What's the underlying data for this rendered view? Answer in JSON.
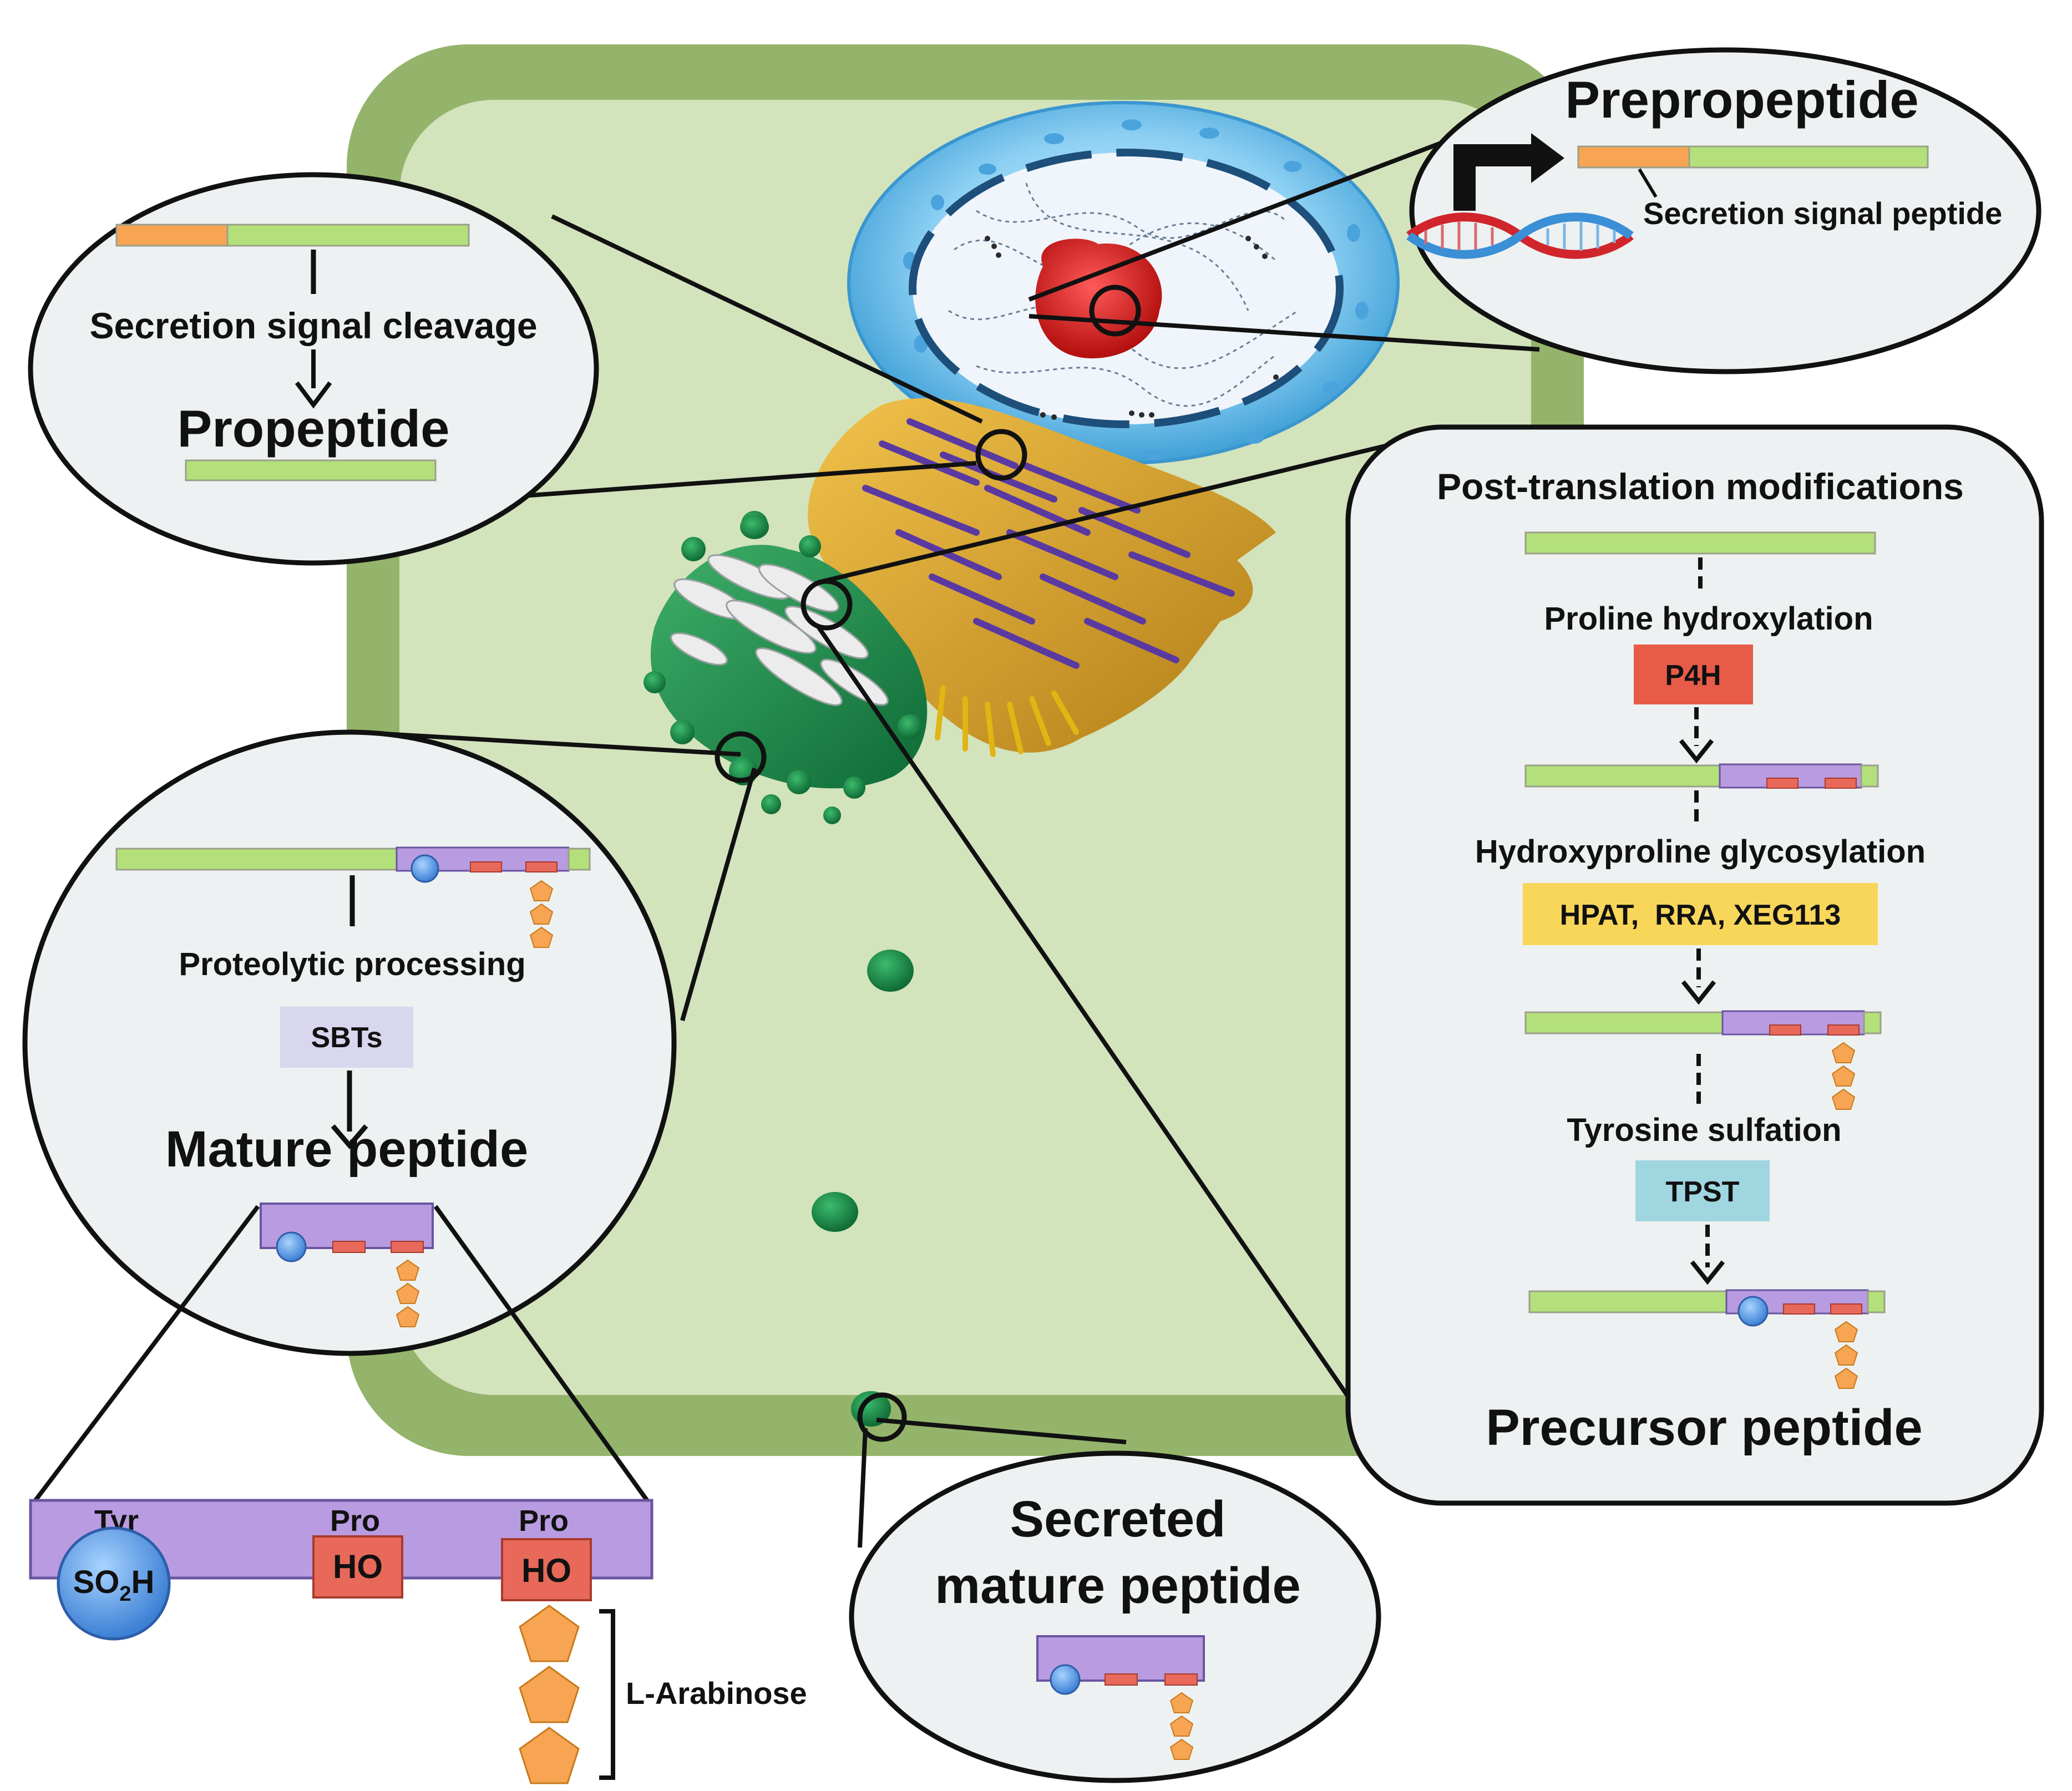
{
  "prepropeptide": {
    "title": "Prepropeptide",
    "signal_label": "Secretion signal peptide"
  },
  "propeptide": {
    "step": "Secretion signal cleavage",
    "title": "Propeptide"
  },
  "mature": {
    "step": "Proteolytic processing",
    "enzyme": "SBTs",
    "title": "Mature peptide"
  },
  "detail": {
    "tyr": "Tyr",
    "pro1": "Pro",
    "pro2": "Pro",
    "so2h_main": "SO",
    "so2h_sub": "2",
    "so2h_end": "H",
    "ho1": "HO",
    "ho2": "HO",
    "arabinose": "L-Arabinose"
  },
  "secreted": {
    "line1": "Secreted",
    "line2": "mature peptide"
  },
  "ptm": {
    "title": "Post-translation modifications",
    "step1": "Proline hydroxylation",
    "enzyme1": "P4H",
    "step2": "Hydroxyproline glycosylation",
    "enzyme2": "HPAT,  RRA, XEG113",
    "step3": "Tyrosine sulfation",
    "enzyme3": "TPST",
    "result": "Precursor peptide"
  },
  "colors": {
    "cell_wall": "#94b46b",
    "cytoplasm": "#d3e3bc",
    "bubble": "#eef1f1",
    "signal_peptide": "#f7a552",
    "peptide_body": "#b3e07a",
    "mature_domain": "#b89be0",
    "hydroxyproline": "#e8695a",
    "sulfo_tyrosine": "#5b9de6",
    "arabinose": "#f7a552",
    "p4h": "#e85b48",
    "hpat": "#f8d65a",
    "tpst": "#9fd6e0",
    "sbts": "#d9d6ef",
    "nucleus": "#5fb4e6",
    "nucleolus": "#d81f1f",
    "golgi": "#1e9150",
    "er": "#d8a42b"
  }
}
